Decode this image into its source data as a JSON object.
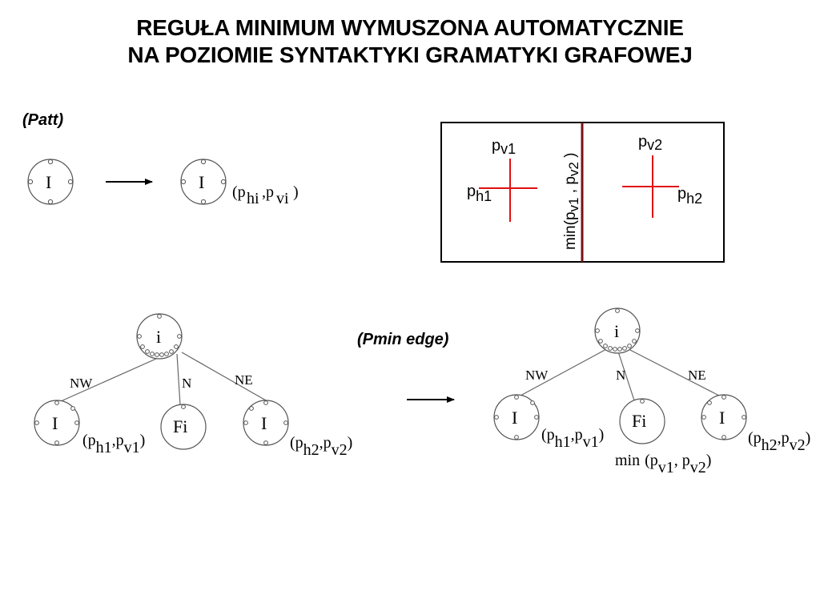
{
  "title": {
    "line1": "REGUŁA MINIMUM WYMUSZONA AUTOMATYCZNIE",
    "line2": "NA POZIOMIE SYNTAKTYKI GRAMATYKI GRAFOWEJ"
  },
  "labels": {
    "patt": "(Patt)",
    "pmin_edge": "(Pmin edge)"
  },
  "patt_rule": {
    "left_node": "I",
    "right_node": "I",
    "attr_open": "(p",
    "attr_sub1": "hi",
    "attr_sep": ",p",
    "attr_sub2": "vi",
    "attr_close": ")"
  },
  "min_box": {
    "p": "p",
    "v1": "v1",
    "h1": "h1",
    "v2": "v2",
    "h2": "h2",
    "divider_label": {
      "min": "min(",
      "p1": "p",
      "s1": "v1",
      "sep": " , ",
      "p2": "p",
      "s2": "v2",
      "close": " )"
    }
  },
  "graph_left": {
    "root": "i",
    "edges": {
      "nw": "NW",
      "n": "N",
      "ne": "NE"
    },
    "nodes": {
      "left": "I",
      "mid": "Fi",
      "right": "I"
    },
    "attr_left": {
      "open": "(p",
      "s1": "h1",
      "sep": ",p",
      "s2": "v1",
      "close": ")"
    },
    "attr_right": {
      "open": "(p",
      "s1": "h2",
      "sep": ",p",
      "s2": "v2",
      "close": ")"
    }
  },
  "graph_right": {
    "root": "i",
    "edges": {
      "nw": "NW",
      "n": "N",
      "ne": "NE"
    },
    "nodes": {
      "left": "I",
      "mid": "Fi",
      "right": "I"
    },
    "attr_left": {
      "open": "(p",
      "s1": "h1",
      "sep": ",p",
      "s2": "v1",
      "close": ")"
    },
    "attr_right": {
      "open": "(p",
      "s1": "h2",
      "sep": ",p",
      "s2": "v2",
      "close": ")"
    },
    "attr_mid": {
      "min": "min",
      "open": "(p",
      "s1": "v1",
      "sep": ", p",
      "s2": "v2",
      "close": ")"
    }
  },
  "colors": {
    "cross": "#e01010",
    "divider": "#7a1010",
    "ink": "#000000",
    "node_stroke": "#555555"
  }
}
